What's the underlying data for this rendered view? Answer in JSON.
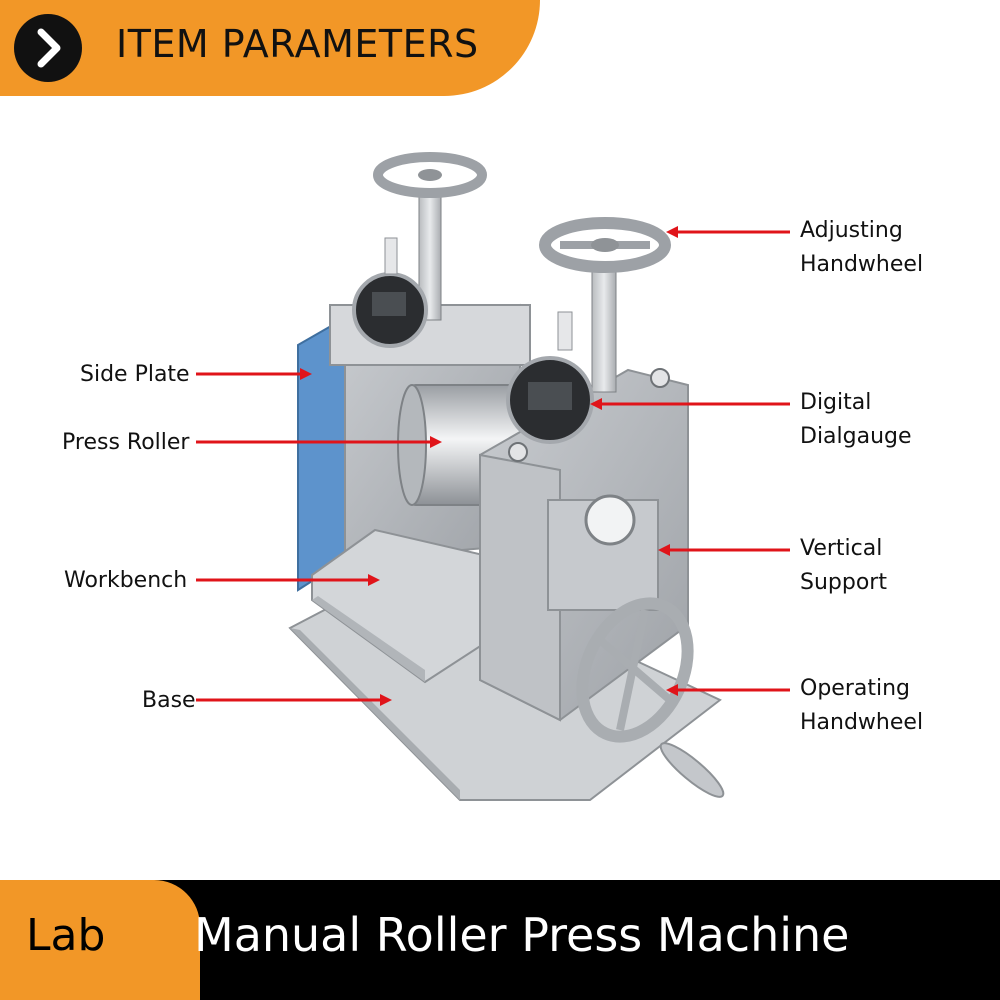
{
  "header": {
    "title": "ITEM PARAMETERS",
    "arrow_icon": "chevron-right-icon",
    "accent_color": "#f29727"
  },
  "labels": {
    "side_plate": "Side Plate",
    "press_roller": "Press Roller",
    "workbench": "Workbench",
    "base": "Base",
    "adjusting_handwheel_line1": "Adjusting",
    "adjusting_handwheel_line2": "Handwheel",
    "digital_dialgauge_line1": "Digital",
    "digital_dialgauge_line2": "Dialgauge",
    "vertical_support_line1": "Vertical",
    "vertical_support_line2": "Support",
    "operating_handwheel_line1": "Operating",
    "operating_handwheel_line2": "Handwheel"
  },
  "arrow_color": "#e0141a",
  "footer": {
    "badge": "Lab",
    "title": "Manual Roller Press Machine"
  }
}
